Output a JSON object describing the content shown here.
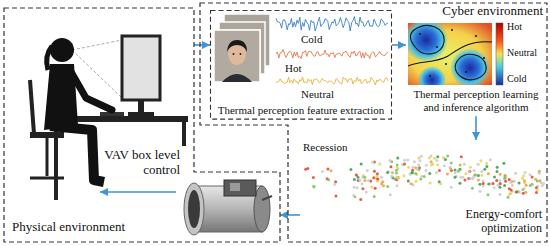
{
  "diagram": {
    "nodes": [
      {
        "text": [
          "Physical environment"
        ]
      },
      {
        "text": [
          "Cyber environment"
        ]
      },
      {
        "text": [
          "Thermal perception feature extraction"
        ],
        "in": 1
      },
      {
        "text": [
          "Thermal perception learning and inference algorithm"
        ],
        "in": 1
      },
      {
        "text": [
          "Energy-comfort optimization"
        ],
        "in": 1
      },
      {
        "text": [
          "VAV box level control"
        ],
        "in": 0
      }
    ],
    "edges": [
      {
        "from": 0,
        "to": 2,
        "arrow": "to"
      },
      {
        "from": 2,
        "to": 3,
        "arrow": "to"
      },
      {
        "from": 3,
        "to": 4,
        "arrow": "to"
      },
      {
        "from": 4,
        "to": 5,
        "arrow": "to"
      }
    ],
    "labels": [
      "Cold",
      "Hot",
      "Neutral",
      "Hot",
      "Neutral",
      "Cold",
      "Recession"
    ]
  }
}
